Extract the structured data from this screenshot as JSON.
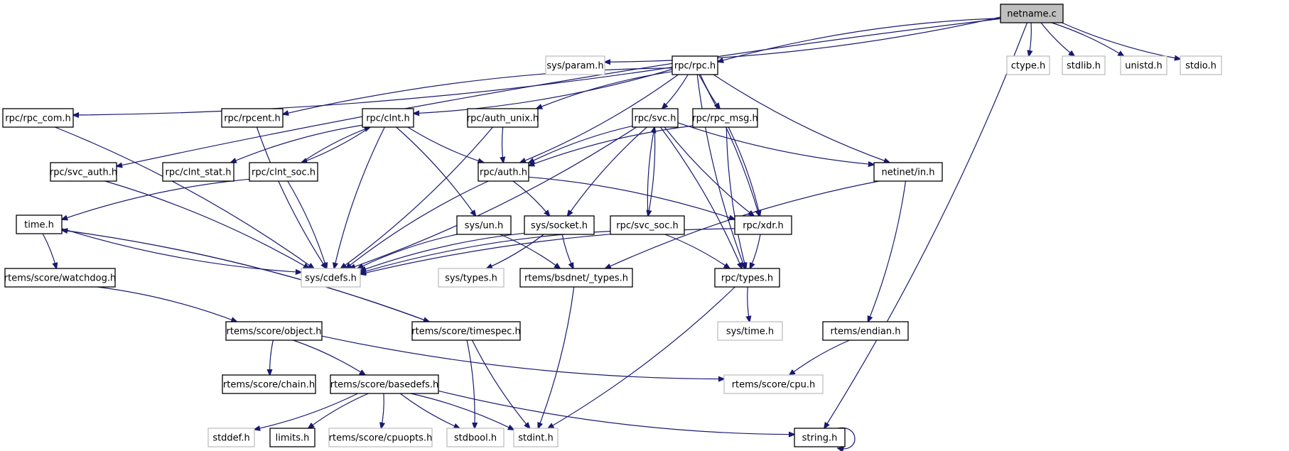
{
  "diagram": {
    "title": "netname.c include dependency graph",
    "root": "netname.c",
    "nodes": [
      {
        "id": "netname_c",
        "label": "netname.c",
        "kind": "root"
      },
      {
        "id": "sys_param_h",
        "label": "sys/param.h",
        "kind": "external"
      },
      {
        "id": "rpc_rpc_h",
        "label": "rpc/rpc.h",
        "kind": "documented"
      },
      {
        "id": "ctype_h",
        "label": "ctype.h",
        "kind": "external"
      },
      {
        "id": "stdlib_h",
        "label": "stdlib.h",
        "kind": "external"
      },
      {
        "id": "unistd_h",
        "label": "unistd.h",
        "kind": "external"
      },
      {
        "id": "stdio_h",
        "label": "stdio.h",
        "kind": "external"
      },
      {
        "id": "rpc_rpc_com_h",
        "label": "rpc/rpc_com.h",
        "kind": "documented"
      },
      {
        "id": "rpc_rpcent_h",
        "label": "rpc/rpcent.h",
        "kind": "documented"
      },
      {
        "id": "rpc_clnt_h",
        "label": "rpc/clnt.h",
        "kind": "documented"
      },
      {
        "id": "rpc_auth_unix_h",
        "label": "rpc/auth_unix.h",
        "kind": "documented"
      },
      {
        "id": "rpc_svc_h",
        "label": "rpc/svc.h",
        "kind": "documented"
      },
      {
        "id": "rpc_rpc_msg_h",
        "label": "rpc/rpc_msg.h",
        "kind": "documented"
      },
      {
        "id": "rpc_svc_auth_h",
        "label": "rpc/svc_auth.h",
        "kind": "documented"
      },
      {
        "id": "rpc_clnt_stat_h",
        "label": "rpc/clnt_stat.h",
        "kind": "documented"
      },
      {
        "id": "rpc_clnt_soc_h",
        "label": "rpc/clnt_soc.h",
        "kind": "documented"
      },
      {
        "id": "rpc_auth_h",
        "label": "rpc/auth.h",
        "kind": "documented"
      },
      {
        "id": "netinet_in_h",
        "label": "netinet/in.h",
        "kind": "documented"
      },
      {
        "id": "time_h",
        "label": "time.h",
        "kind": "documented"
      },
      {
        "id": "sys_un_h",
        "label": "sys/un.h",
        "kind": "documented"
      },
      {
        "id": "sys_socket_h",
        "label": "sys/socket.h",
        "kind": "documented"
      },
      {
        "id": "rpc_svc_soc_h",
        "label": "rpc/svc_soc.h",
        "kind": "documented"
      },
      {
        "id": "rpc_xdr_h",
        "label": "rpc/xdr.h",
        "kind": "documented"
      },
      {
        "id": "rtems_score_watchdog_h",
        "label": "rtems/score/watchdog.h",
        "kind": "documented"
      },
      {
        "id": "sys_cdefs_h",
        "label": "sys/cdefs.h",
        "kind": "external"
      },
      {
        "id": "sys_types_h",
        "label": "sys/types.h",
        "kind": "external"
      },
      {
        "id": "rtems_bsdnet_types_h",
        "label": "rtems/bsdnet/_types.h",
        "kind": "documented"
      },
      {
        "id": "rpc_types_h",
        "label": "rpc/types.h",
        "kind": "documented"
      },
      {
        "id": "rtems_score_object_h",
        "label": "rtems/score/object.h",
        "kind": "documented"
      },
      {
        "id": "rtems_score_timespec_h",
        "label": "rtems/score/timespec.h",
        "kind": "documented"
      },
      {
        "id": "sys_time_h",
        "label": "sys/time.h",
        "kind": "external"
      },
      {
        "id": "rtems_endian_h",
        "label": "rtems/endian.h",
        "kind": "documented"
      },
      {
        "id": "rtems_score_chain_h",
        "label": "rtems/score/chain.h",
        "kind": "documented"
      },
      {
        "id": "rtems_score_basedefs_h",
        "label": "rtems/score/basedefs.h",
        "kind": "documented"
      },
      {
        "id": "rtems_score_cpu_h",
        "label": "rtems/score/cpu.h",
        "kind": "external"
      },
      {
        "id": "stddef_h",
        "label": "stddef.h",
        "kind": "external"
      },
      {
        "id": "limits_h",
        "label": "limits.h",
        "kind": "documented"
      },
      {
        "id": "rtems_score_cpuopts_h",
        "label": "rtems/score/cpuopts.h",
        "kind": "external"
      },
      {
        "id": "stdbool_h",
        "label": "stdbool.h",
        "kind": "external"
      },
      {
        "id": "stdint_h",
        "label": "stdint.h",
        "kind": "external"
      },
      {
        "id": "string_h",
        "label": "string.h",
        "kind": "documented"
      }
    ],
    "edges": [
      [
        "netname_c",
        "sys_param_h"
      ],
      [
        "netname_c",
        "rpc_rpc_h"
      ],
      [
        "netname_c",
        "ctype_h"
      ],
      [
        "netname_c",
        "stdlib_h"
      ],
      [
        "netname_c",
        "unistd_h"
      ],
      [
        "netname_c",
        "stdio_h"
      ],
      [
        "netname_c",
        "string_h"
      ],
      [
        "netname_c",
        "rpc_svc_auth_h"
      ],
      [
        "rpc_rpc_h",
        "rpc_rpc_com_h"
      ],
      [
        "rpc_rpc_h",
        "rpc_rpcent_h"
      ],
      [
        "rpc_rpc_h",
        "rpc_clnt_h"
      ],
      [
        "rpc_rpc_h",
        "rpc_auth_unix_h"
      ],
      [
        "rpc_rpc_h",
        "rpc_svc_h"
      ],
      [
        "rpc_rpc_h",
        "rpc_rpc_msg_h"
      ],
      [
        "rpc_rpc_h",
        "rpc_auth_h"
      ],
      [
        "rpc_rpc_h",
        "netinet_in_h"
      ],
      [
        "rpc_rpc_h",
        "rpc_xdr_h"
      ],
      [
        "rpc_rpc_h",
        "rpc_types_h"
      ],
      [
        "rpc_rpc_com_h",
        "sys_cdefs_h"
      ],
      [
        "rpc_rpcent_h",
        "sys_cdefs_h"
      ],
      [
        "rpc_svc_auth_h",
        "sys_cdefs_h"
      ],
      [
        "rpc_clnt_h",
        "rpc_clnt_stat_h"
      ],
      [
        "rpc_clnt_h",
        "rpc_clnt_soc_h"
      ],
      [
        "rpc_clnt_h",
        "rpc_auth_h"
      ],
      [
        "rpc_clnt_h",
        "sys_un_h"
      ],
      [
        "rpc_clnt_h",
        "sys_cdefs_h"
      ],
      [
        "rpc_clnt_soc_h",
        "rpc_clnt_h"
      ],
      [
        "rpc_clnt_soc_h",
        "time_h"
      ],
      [
        "rpc_clnt_soc_h",
        "sys_cdefs_h"
      ],
      [
        "rpc_auth_unix_h",
        "rpc_auth_h"
      ],
      [
        "rpc_auth_unix_h",
        "sys_cdefs_h"
      ],
      [
        "rpc_svc_h",
        "rpc_auth_h"
      ],
      [
        "rpc_svc_h",
        "sys_cdefs_h"
      ],
      [
        "rpc_svc_h",
        "sys_socket_h"
      ],
      [
        "rpc_svc_h",
        "rpc_svc_soc_h"
      ],
      [
        "rpc_svc_h",
        "rpc_xdr_h"
      ],
      [
        "rpc_svc_h",
        "rpc_types_h"
      ],
      [
        "rpc_svc_h",
        "netinet_in_h"
      ],
      [
        "rpc_svc_soc_h",
        "rpc_svc_h"
      ],
      [
        "rpc_svc_soc_h",
        "sys_cdefs_h"
      ],
      [
        "rpc_svc_soc_h",
        "rpc_types_h"
      ],
      [
        "rpc_rpc_msg_h",
        "rpc_auth_h"
      ],
      [
        "rpc_rpc_msg_h",
        "rpc_xdr_h"
      ],
      [
        "rpc_rpc_msg_h",
        "rpc_types_h"
      ],
      [
        "rpc_auth_h",
        "sys_socket_h"
      ],
      [
        "rpc_auth_h",
        "sys_cdefs_h"
      ],
      [
        "rpc_auth_h",
        "rpc_xdr_h"
      ],
      [
        "netinet_in_h",
        "rtems_bsdnet_types_h"
      ],
      [
        "netinet_in_h",
        "rtems_endian_h"
      ],
      [
        "rpc_xdr_h",
        "sys_cdefs_h"
      ],
      [
        "rpc_xdr_h",
        "rpc_types_h"
      ],
      [
        "sys_un_h",
        "sys_cdefs_h"
      ],
      [
        "sys_un_h",
        "rtems_bsdnet_types_h"
      ],
      [
        "sys_socket_h",
        "sys_cdefs_h"
      ],
      [
        "sys_socket_h",
        "sys_types_h"
      ],
      [
        "sys_socket_h",
        "rtems_bsdnet_types_h"
      ],
      [
        "time_h",
        "rtems_score_watchdog_h"
      ],
      [
        "time_h",
        "sys_cdefs_h"
      ],
      [
        "time_h",
        "rtems_score_timespec_h"
      ],
      [
        "rtems_score_timespec_h",
        "time_h"
      ],
      [
        "rtems_score_timespec_h",
        "stdbool_h"
      ],
      [
        "rtems_score_timespec_h",
        "stdint_h"
      ],
      [
        "rtems_score_watchdog_h",
        "rtems_score_object_h"
      ],
      [
        "rtems_score_object_h",
        "rtems_score_chain_h"
      ],
      [
        "rtems_score_object_h",
        "rtems_score_basedefs_h"
      ],
      [
        "rtems_score_object_h",
        "rtems_score_cpu_h"
      ],
      [
        "rtems_bsdnet_types_h",
        "stdint_h"
      ],
      [
        "rpc_types_h",
        "sys_time_h"
      ],
      [
        "rpc_types_h",
        "stdint_h"
      ],
      [
        "rtems_endian_h",
        "rtems_score_cpu_h"
      ],
      [
        "rtems_score_basedefs_h",
        "stddef_h"
      ],
      [
        "rtems_score_basedefs_h",
        "limits_h"
      ],
      [
        "rtems_score_basedefs_h",
        "rtems_score_cpuopts_h"
      ],
      [
        "rtems_score_basedefs_h",
        "stdbool_h"
      ],
      [
        "rtems_score_basedefs_h",
        "stdint_h"
      ],
      [
        "rtems_score_basedefs_h",
        "string_h"
      ],
      [
        "string_h",
        "string_h"
      ]
    ]
  }
}
